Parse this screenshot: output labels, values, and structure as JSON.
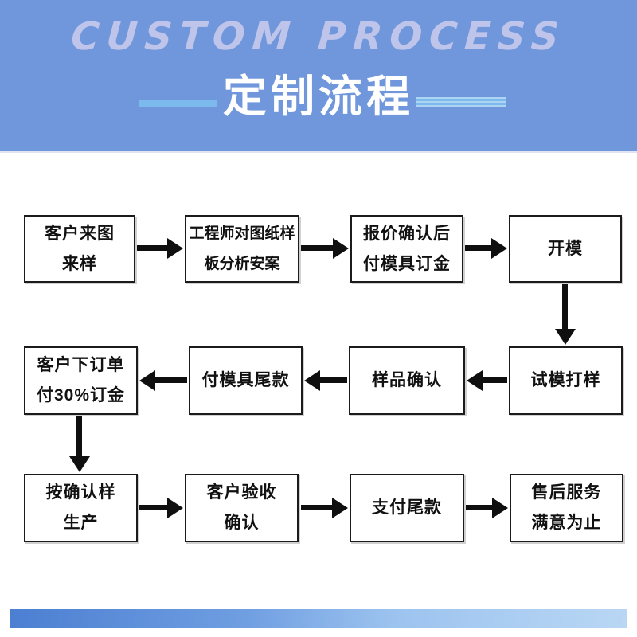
{
  "header": {
    "title_en": "CUSTOM PROCESS",
    "title_zh": "定制流程"
  },
  "flow": {
    "nodes": [
      {
        "line1": "客户来图",
        "line2": "来样"
      },
      {
        "line1": "工程师对图纸样",
        "line2": "板分析安案"
      },
      {
        "line1": "报价确认后",
        "line2": "付模具订金"
      },
      {
        "line1": "开模",
        "line2": ""
      },
      {
        "line1": "试模打样",
        "line2": ""
      },
      {
        "line1": "样品确认",
        "line2": ""
      },
      {
        "line1": "付模具尾款",
        "line2": ""
      },
      {
        "line1": "客户下订单",
        "line2": "付30%订金"
      },
      {
        "line1": "按确认样",
        "line2": "生产"
      },
      {
        "line1": "客户验收",
        "line2": "确认"
      },
      {
        "line1": "支付尾款",
        "line2": ""
      },
      {
        "line1": "售后服务",
        "line2": "满意为止"
      }
    ],
    "sequence_note": "row1 left-to-right, down, row2 right-to-left, down, row3 left-to-right"
  },
  "colors": {
    "header_bg": "#7097db",
    "header_en": "#bec4ea",
    "header_zh": "#ffffff",
    "accent_bar": "#7cb9ec",
    "box_bg": "#ffffff",
    "box_border": "#1b1b1b",
    "box_text": "#111111",
    "arrow": "#0f0f0f",
    "footer_left": "#4c7fd2",
    "footer_right": "#b9d7f4"
  }
}
